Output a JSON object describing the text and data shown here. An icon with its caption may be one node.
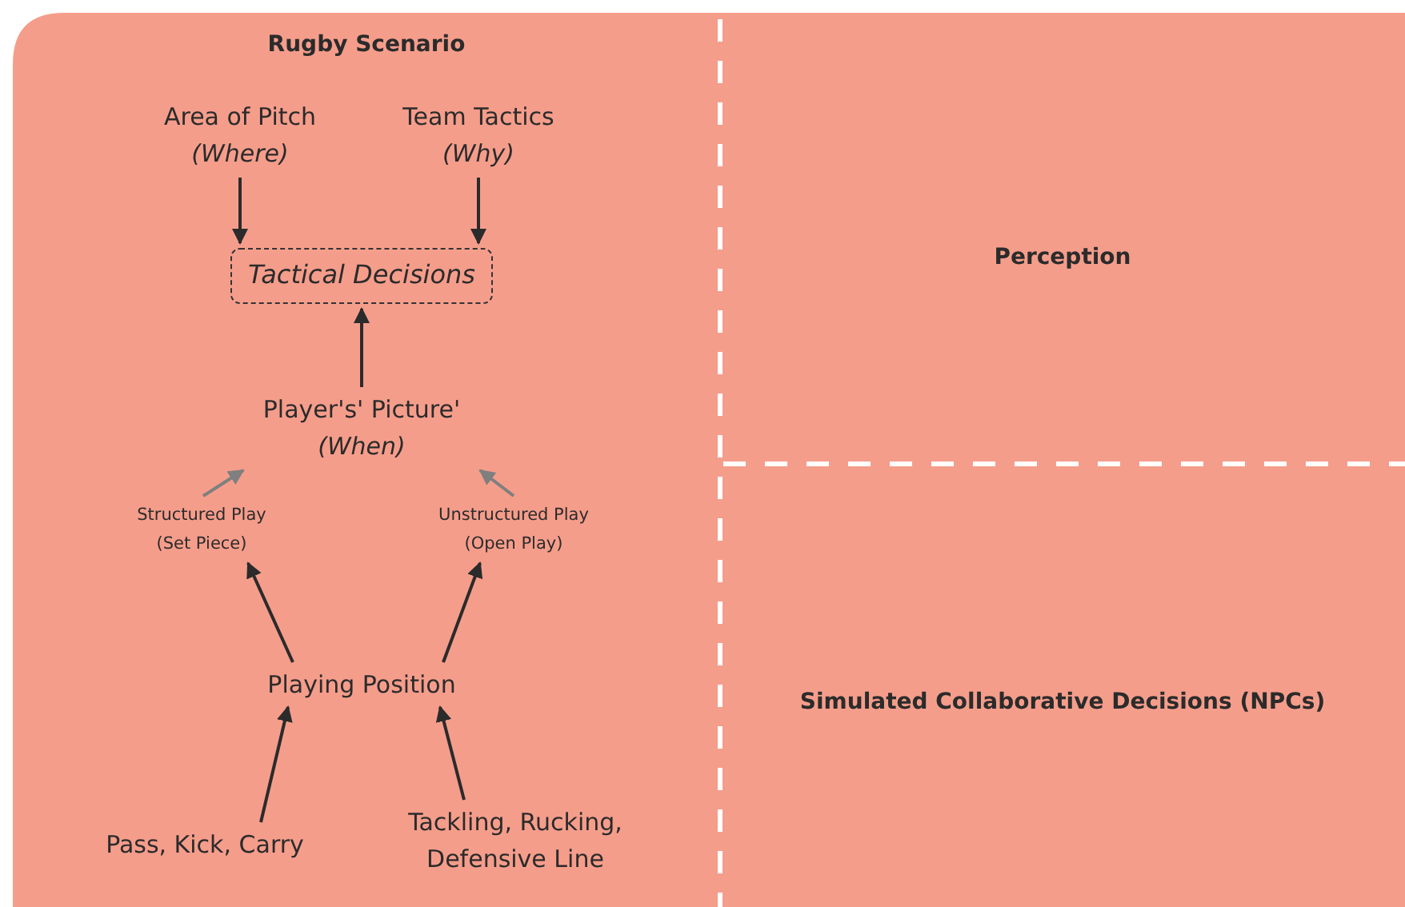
{
  "diagram": {
    "nodes": [
      {
        "text": [
          "Rugby Scenario"
        ]
      },
      {
        "text": [
          "Perception"
        ]
      },
      {
        "text": [
          "Simulated Collaborative Decisions (NPCs)"
        ]
      },
      {
        "text": [
          "Area of Pitch",
          "(Where)"
        ],
        "in": 0
      },
      {
        "text": [
          "Team Tactics",
          "(Why)"
        ],
        "in": 0
      },
      {
        "text": [
          "Tactical Decisions"
        ],
        "in": 0
      },
      {
        "text": [
          "Player's' Picture'",
          "(When)"
        ],
        "in": 0
      },
      {
        "text": [
          "Structured Play (Set Piece)"
        ],
        "in": 0
      },
      {
        "text": [
          "Unstructured Play (Open Play)"
        ],
        "in": 0
      },
      {
        "text": [
          "Playing Position"
        ],
        "in": 0
      },
      {
        "text": [
          "Pass, Kick, Carry"
        ],
        "in": 0
      },
      {
        "text": [
          "Tackling, Rucking, Defensive Line"
        ],
        "in": 0
      }
    ],
    "edges": [
      {
        "from": 3,
        "to": 5,
        "arrow": "to"
      },
      {
        "from": 4,
        "to": 5,
        "arrow": "to"
      },
      {
        "from": 6,
        "to": 5,
        "arrow": "to"
      },
      {
        "from": 7,
        "to": 6,
        "arrow": "to",
        "color": "#7f7f7f"
      },
      {
        "from": 8,
        "to": 6,
        "arrow": "to",
        "color": "#7f7f7f"
      },
      {
        "from": 9,
        "to": 7,
        "arrow": "to"
      },
      {
        "from": 9,
        "to": 8,
        "arrow": "to"
      },
      {
        "from": 10,
        "to": 9,
        "arrow": "to"
      },
      {
        "from": 11,
        "to": 9,
        "arrow": "to"
      }
    ]
  }
}
